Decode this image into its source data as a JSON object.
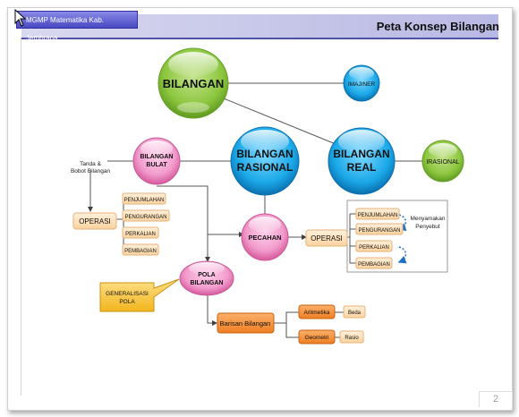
{
  "header": {
    "tag": "MGMP Matematika Kab. Jembrana",
    "title": "Peta Konsep Bilangan",
    "page_number": "2"
  },
  "diagram": {
    "bilangan": "BILANGAN",
    "imajiner": "IMAJINER",
    "rasional_1": "BILANGAN",
    "rasional_2": "RASIONAL",
    "real_1": "BILANGAN",
    "real_2": "REAL",
    "irasional": "IRASIONAL",
    "bulat_1": "BILANGAN",
    "bulat_2": "BULAT",
    "tanda_1": "Tanda &",
    "tanda_2": "Bobot Bilangan",
    "operasi_left": "OPERASI",
    "ops_left": [
      "PENJUMLAHAN",
      "PENGURANGAN",
      "PERKALIAN",
      "PEMBAGIAN"
    ],
    "pecahan": "PECAHAN",
    "operasi_right": "OPERASI",
    "ops_right": [
      "PENJUMLAHAN",
      "PENGURANGAN",
      "PERKALIAN",
      "PEMBAGIAN"
    ],
    "menyamakan_1": "Menyamakan",
    "menyamakan_2": "Penyebut",
    "pola_1": "POLA",
    "pola_2": "BILANGAN",
    "generalisasi_1": "GENERALISASI",
    "generalisasi_2": "POLA",
    "barisan": "Barisan Bilangan",
    "aritmetika": "Aritmetika",
    "beda": "Beda",
    "geometri": "Geometri",
    "rasio": "Rasio"
  },
  "colors": {
    "green": "#8cc63e",
    "blue": "#1aa8e8",
    "pink": "#e870b4",
    "orange": "#f79646",
    "peach": "#fde0b8",
    "header_bar": "#5050a8"
  }
}
